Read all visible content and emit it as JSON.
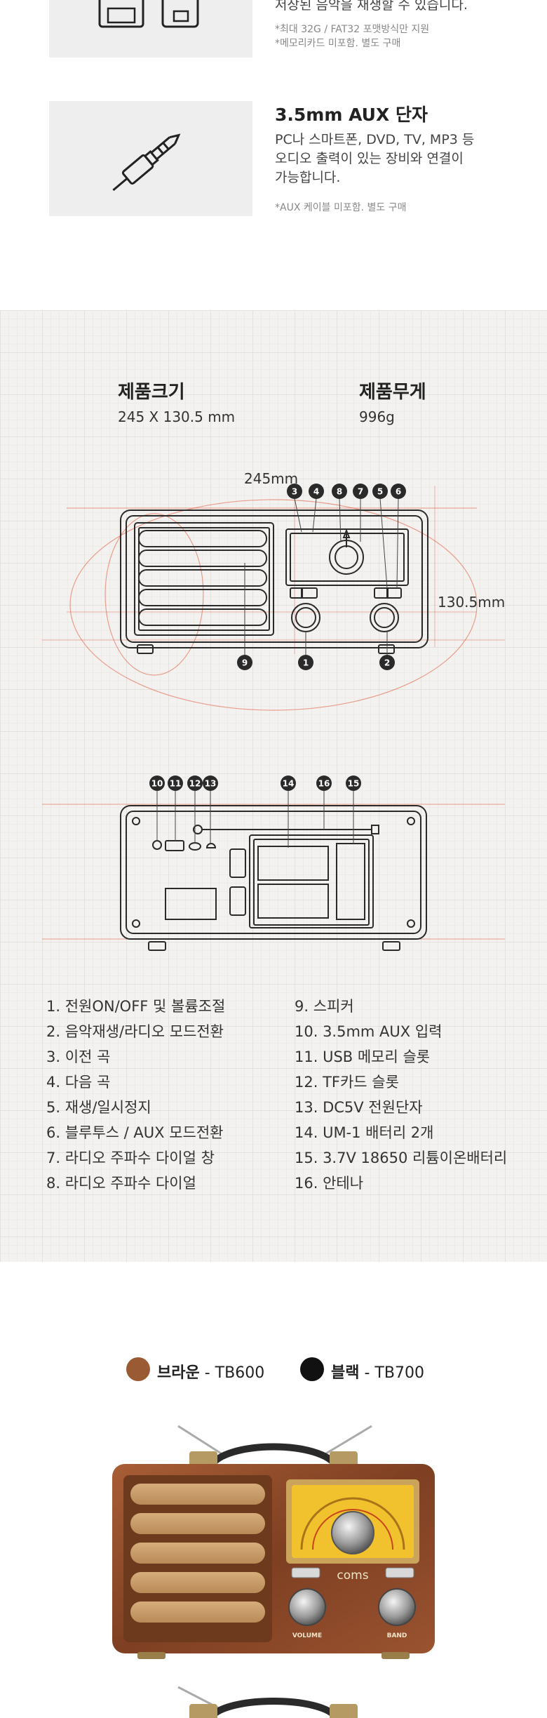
{
  "features": [
    {
      "title": "",
      "body_lines": [
        "저장된 음악을 재생할 수 있습니다."
      ],
      "notes": [
        "*최대 32G / FAT32 포맷방식만 지원",
        "*메모리카드 미포함. 별도 구매"
      ],
      "icon": "memory-card-icon"
    },
    {
      "title": "3.5mm AUX 단자",
      "body_lines": [
        "PC나 스마트폰, DVD, TV, MP3 등",
        "오디오 출력이 있는 장비와 연결이",
        "가능합니다."
      ],
      "notes": [
        "*AUX 케이블 미포함. 별도 구매"
      ],
      "icon": "aux-jack-icon"
    }
  ],
  "spec": {
    "size_label": "제품크기",
    "size_value": "245 X 130.5 mm",
    "weight_label": "제품무게",
    "weight_value": "996g",
    "width_dim": "245mm",
    "height_dim": "130.5mm",
    "front_callouts_top": [
      "3",
      "4",
      "8",
      "7",
      "5",
      "6"
    ],
    "front_callouts_bottom": [
      "9",
      "1",
      "2"
    ],
    "back_callouts": [
      "10",
      "11",
      "12",
      "13",
      "14",
      "16",
      "15"
    ]
  },
  "legend_left": [
    "1. 전원ON/OFF 및 볼륨조절",
    "2. 음악재생/라디오 모드전환",
    "3. 이전 곡",
    "4. 다음 곡",
    "5. 재생/일시정지",
    "6. 블루투스 / AUX 모드전환",
    "7. 라디오 주파수 다이얼 창",
    "8. 라디오 주파수 다이얼"
  ],
  "legend_right": [
    "9. 스피커",
    "10. 3.5mm AUX 입력",
    "11. USB 메모리 슬롯",
    "12. TF카드 슬롯",
    "13. DC5V 전원단자",
    "14. UM-1 배터리 2개",
    "15. 3.7V 18650 리튬이온배터리",
    "16. 안테나"
  ],
  "colors": [
    {
      "name": "브라운",
      "model": "- TB600",
      "swatch": "#9a5a34"
    },
    {
      "name": "블랙",
      "model": "- TB700",
      "swatch": "#111111"
    }
  ],
  "product": {
    "brand": "coms",
    "knob_left": "VOLUME",
    "knob_right": "BAND",
    "wood_color": "#8a4a2a",
    "dial_color": "#f2c12e"
  }
}
